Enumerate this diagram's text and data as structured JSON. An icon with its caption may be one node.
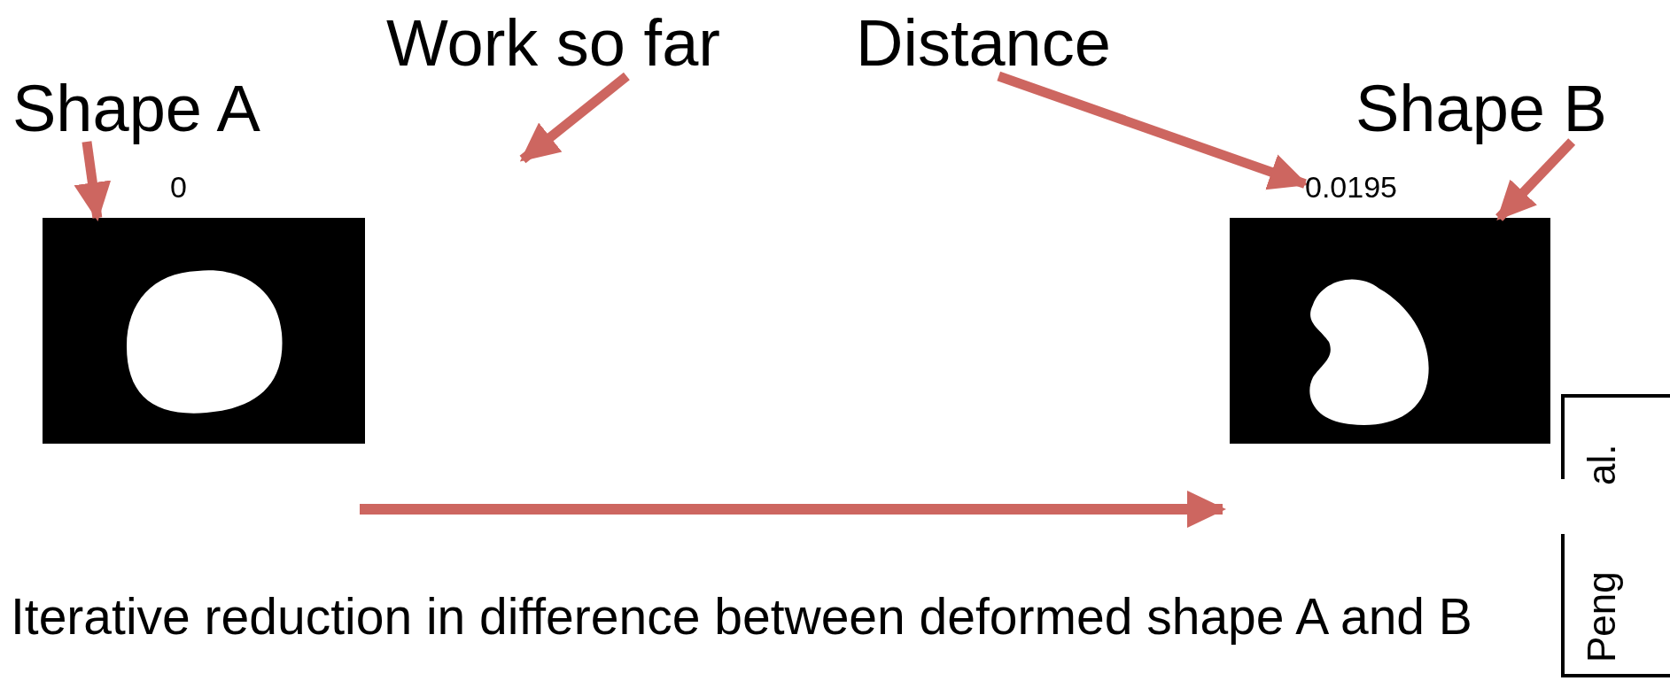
{
  "diagram": {
    "caption": "Iterative reduction in difference between deformed shape A and B",
    "nodes": [
      {
        "text": [
          "Shape A"
        ]
      },
      {
        "text": [
          "Work so far"
        ]
      },
      {
        "text": [
          "Distance"
        ]
      },
      {
        "text": [
          "Shape B"
        ]
      },
      {
        "text": [
          "0"
        ]
      },
      {
        "text": [
          "0.0195"
        ]
      },
      {
        "text": [],
        "shape": "picture"
      },
      {
        "text": [],
        "shape": "picture"
      }
    ],
    "edges": [
      {
        "from": 0,
        "to": 6,
        "arrow": "to"
      },
      {
        "from": 1,
        "to": null,
        "arrow": "to"
      },
      {
        "from": 2,
        "to": 5,
        "arrow": "to"
      },
      {
        "from": 3,
        "to": 7,
        "arrow": "to"
      }
    ],
    "labels": [
      "Peng",
      "al."
    ]
  }
}
